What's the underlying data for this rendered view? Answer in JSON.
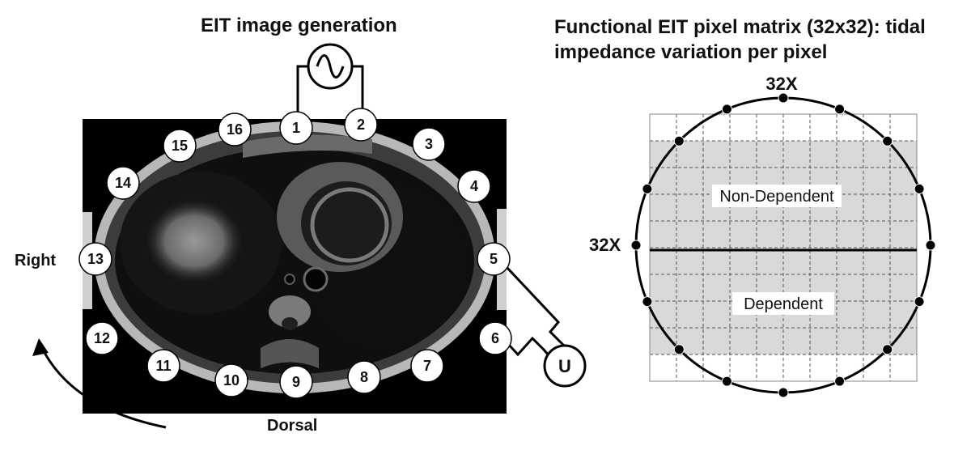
{
  "left_panel": {
    "title": "EIT image generation",
    "label_right": "Right",
    "label_dorsal": "Dorsal",
    "current_source_symbol": "~",
    "voltmeter_label": "U",
    "electrodes": [
      "1",
      "2",
      "3",
      "4",
      "5",
      "6",
      "7",
      "8",
      "9",
      "10",
      "11",
      "12",
      "13",
      "14",
      "15",
      "16"
    ]
  },
  "right_panel": {
    "title_line1": "Functional EIT pixel matrix (32x32): tidal",
    "title_line2": "impedance variation per pixel",
    "top_label": "32X",
    "side_label": "32X",
    "region_upper": "Non-Dependent",
    "region_lower": "Dependent"
  },
  "colors": {
    "scan_background": "#000000",
    "region_fill": "#d9d9d9",
    "line": "#000000"
  }
}
